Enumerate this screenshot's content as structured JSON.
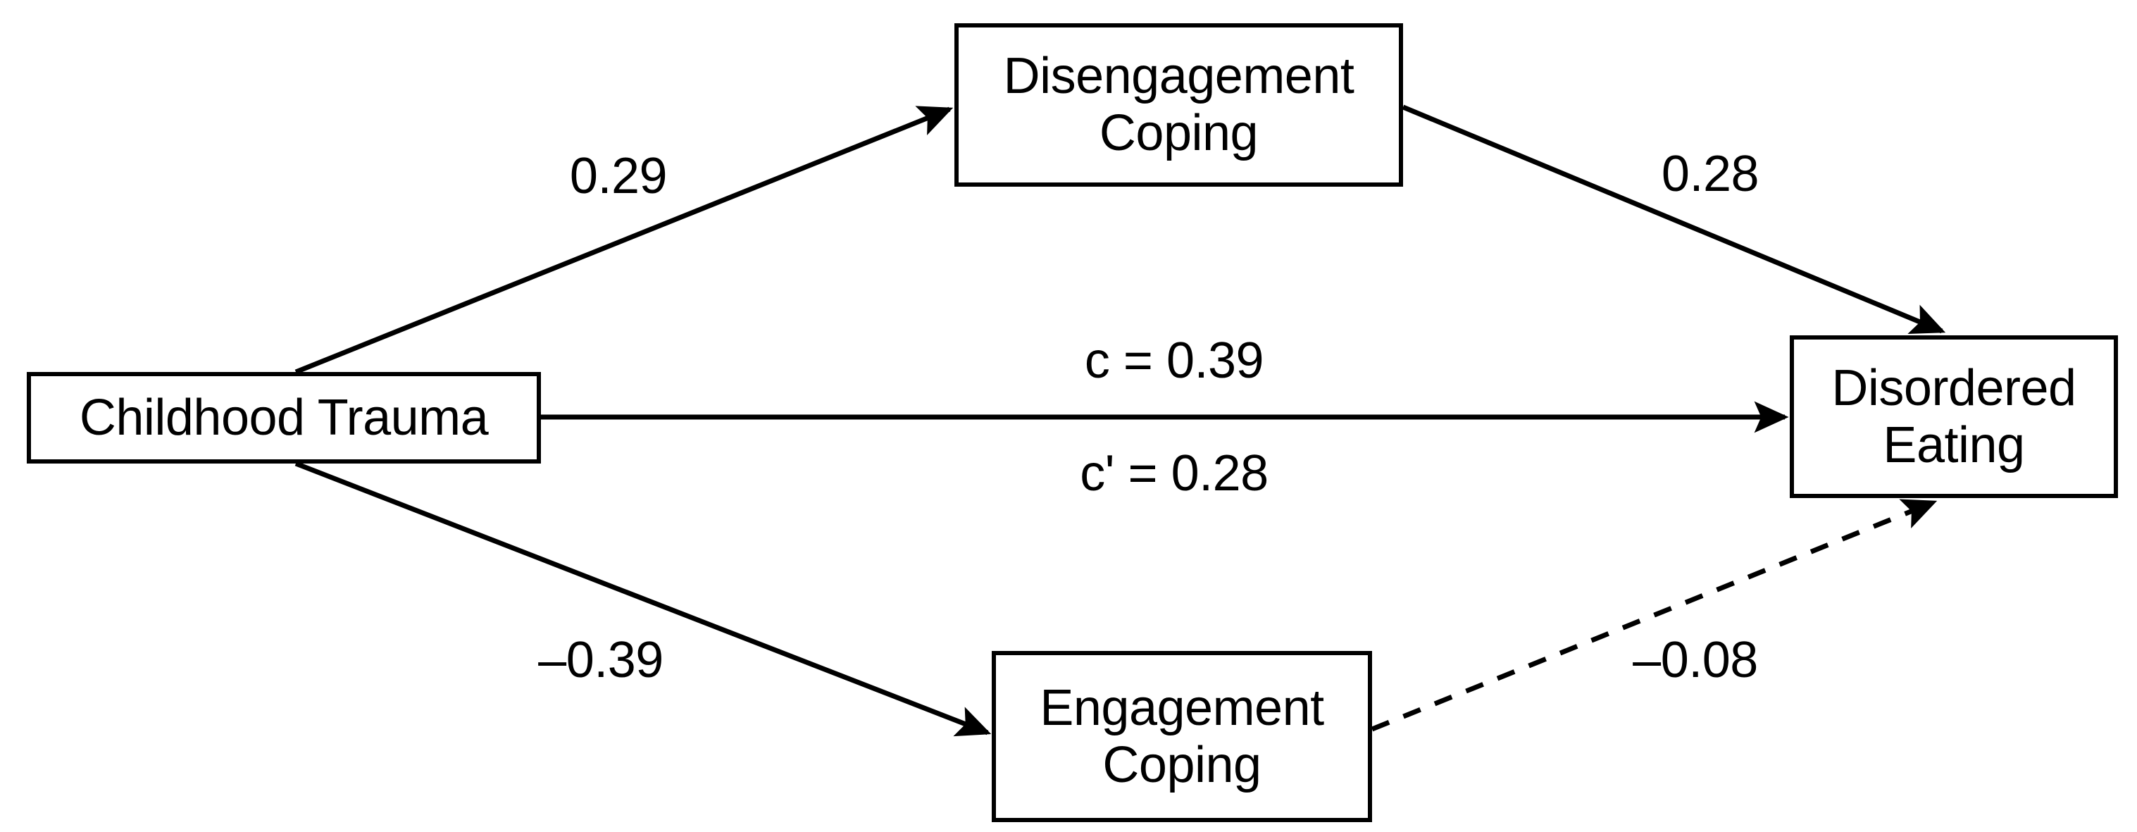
{
  "diagram": {
    "type": "path-analysis-mediation-model",
    "background_color": "#ffffff",
    "stroke_color": "#000000",
    "nodes": [
      {
        "id": "childhood_trauma",
        "label": "Childhood Trauma",
        "role": "predictor"
      },
      {
        "id": "disengagement_coping",
        "label": "Disengagement\nCoping",
        "role": "mediator"
      },
      {
        "id": "engagement_coping",
        "label": "Engagement\nCoping",
        "role": "mediator"
      },
      {
        "id": "disordered_eating",
        "label": "Disordered\nEating",
        "role": "outcome"
      }
    ],
    "edges": [
      {
        "id": "a1",
        "from": "childhood_trauma",
        "to": "disengagement_coping",
        "label": "0.29",
        "value": 0.29,
        "style": "solid",
        "arrow": true
      },
      {
        "id": "b1",
        "from": "disengagement_coping",
        "to": "disordered_eating",
        "label": "0.28",
        "value": 0.28,
        "style": "solid",
        "arrow": true
      },
      {
        "id": "c",
        "from": "childhood_trauma",
        "to": "disordered_eating",
        "label": "c = 0.39",
        "value": 0.39,
        "style": "solid",
        "arrow": true,
        "path_type": "total-effect"
      },
      {
        "id": "cp",
        "from": "childhood_trauma",
        "to": "disordered_eating",
        "label": "c' = 0.28",
        "value": 0.28,
        "style": "solid",
        "arrow": true,
        "path_type": "direct-effect"
      },
      {
        "id": "a2",
        "from": "childhood_trauma",
        "to": "engagement_coping",
        "label": "–0.39",
        "value": -0.39,
        "style": "solid",
        "arrow": true
      },
      {
        "id": "b2",
        "from": "engagement_coping",
        "to": "disordered_eating",
        "label": "–0.08",
        "value": -0.08,
        "style": "dashed",
        "arrow": true,
        "significance": "non-significant"
      }
    ]
  },
  "labels": {
    "childhood_trauma": "Childhood Trauma",
    "disengagement_coping": "Disengagement\nCoping",
    "engagement_coping": "Engagement\nCoping",
    "disordered_eating": "Disordered\nEating",
    "a1": "0.29",
    "b1": "0.28",
    "c_total": "c = 0.39",
    "c_direct": "c' = 0.28",
    "a2": "–0.39",
    "b2": "–0.08"
  }
}
